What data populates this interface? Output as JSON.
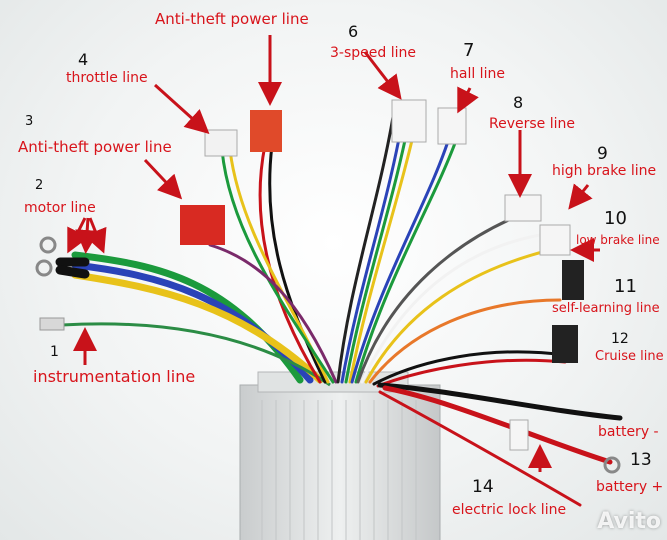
{
  "labels": {
    "l1": {
      "num": "1",
      "text": "instrumentation line"
    },
    "l2": {
      "num": "2",
      "text": "motor line"
    },
    "l3": {
      "num": "3",
      "text": "Anti-theft power line"
    },
    "l4": {
      "num": "4",
      "text": "throttle line"
    },
    "top": {
      "text": "Anti-theft power line"
    },
    "l6": {
      "num": "6",
      "text": "3-speed line"
    },
    "l7": {
      "num": "7",
      "text": "hall line"
    },
    "l8": {
      "num": "8",
      "text": "Reverse line"
    },
    "l9": {
      "num": "9",
      "text": "high brake line"
    },
    "l10": {
      "num": "10",
      "text": "low brake line"
    },
    "l11": {
      "num": "11",
      "text": "self-learning line"
    },
    "l12": {
      "num": "12",
      "text": "Cruise line"
    },
    "battery_minus": {
      "text": "battery -"
    },
    "l13": {
      "num": "13",
      "text": "battery +"
    },
    "l14": {
      "num": "14",
      "text": "electric lock line"
    }
  },
  "watermark": "Avito",
  "colors": {
    "label_red": "#d8141b",
    "arrow_red": "#c8121a",
    "controller": "#d9dcdd"
  }
}
